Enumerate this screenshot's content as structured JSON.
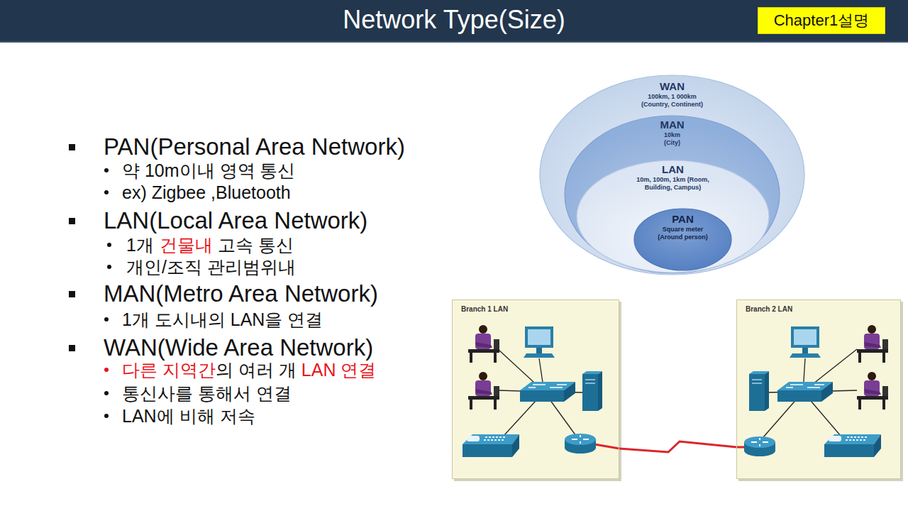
{
  "diagram": {
    "title": "Network Type(Size)",
    "nodes": [
      {
        "text": [
          "Chapter1설명"
        ]
      },
      {
        "text": [
          "WAN",
          "100km, 1 000km (Country, Continent)"
        ]
      },
      {
        "text": [
          "MAN",
          "10km (City)"
        ],
        "in": 1
      },
      {
        "text": [
          "LAN",
          "10m, 100m, 1km (Room, Building, Campus)"
        ],
        "in": 2
      },
      {
        "text": [
          "PAN",
          "Square meter (Around person)"
        ],
        "in": 3
      },
      {
        "text": [
          "Branch 1 LAN"
        ]
      },
      {
        "text": [
          "Branch 2 LAN"
        ]
      }
    ],
    "edges": [
      {
        "from": 5,
        "to": 6,
        "arrow": "none"
      }
    ],
    "labels": [
      "PAN(Personal Area Network)",
      "약 10m이내 영역 통신",
      "ex) Zigbee ,Bluetooth",
      "LAN(Local Area Network)",
      "1개",
      "건물내",
      "고속 통신",
      "개인/조직 관리범위내",
      "MAN(Metro Area Network)",
      "1개 도시내의 LAN을 연결",
      "WAN(Wide Area Network)",
      "다른 지역간",
      "의 여러 개",
      "LAN 연결",
      "통신사를 통해서 연결",
      "LAN에 비해 저속"
    ]
  }
}
